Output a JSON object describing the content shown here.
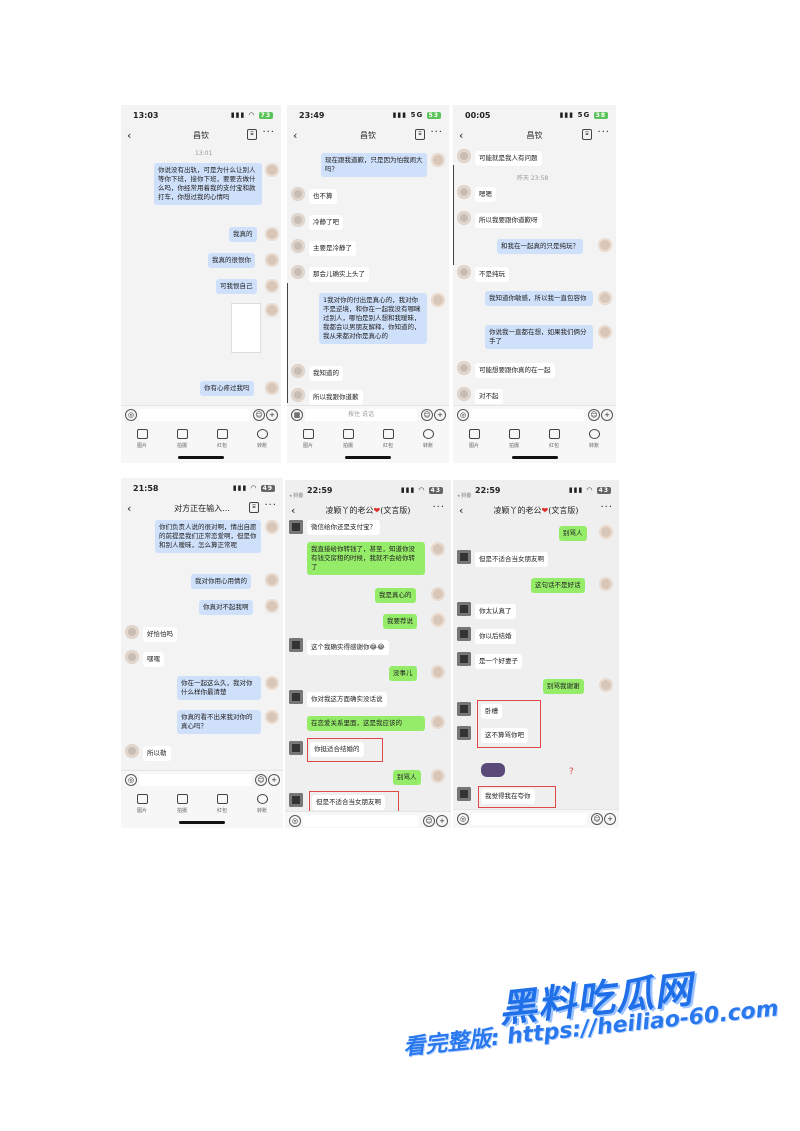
{
  "screens": [
    {
      "time": "13:03",
      "battery": "73",
      "title": "昌钦",
      "date_stamp": "13:01",
      "messages": [
        "你说没有出轨，可是为什么让别人等你下班，接你下班，要要去做什么吗，你经常用着我的支付宝和款打车，你想过我的心情吗",
        "我真的",
        "我真的很恨你",
        "可我恨自己",
        "你有心疼过我吗"
      ],
      "tools": [
        "图片",
        "拍摄",
        "红包",
        "转账"
      ]
    },
    {
      "time": "23:49",
      "network": "5G",
      "battery": "53",
      "title": "昌钦",
      "messages": [
        "现在跟我道歉，只是因为怕我闹大吗？",
        "也不算",
        "冷静了吧",
        "主要是冷静了",
        "那会儿确实上头了",
        "1我对你的付出是真心的，我对你不是逆境，和你在一起我没有哪眯过别人，哪怕是别人想和我暧昧，我都会以男朋友解释，你知道的，我从来都对你是真心的",
        "我知道的",
        "所以我跟你道歉"
      ],
      "input_hint": "按住 说话",
      "tools": [
        "图片",
        "拍摄",
        "红包",
        "转账"
      ]
    },
    {
      "time": "00:05",
      "network": "5G",
      "battery": "38",
      "title": "昌钦",
      "date_stamp": "昨天 23:58",
      "messages": [
        "可能就是我人有问题",
        "嗯嗯",
        "所以我要跟你道歉呀",
        "和我在一起真的只是纯玩？",
        "不是纯玩",
        "我知道你敏感，所以我一直包容你",
        "你说我一直都在想，如果我们俩分手了",
        "可能想要跟你真的在一起",
        "对不起"
      ],
      "tools": [
        "图片",
        "拍摄",
        "红包",
        "转账"
      ]
    },
    {
      "time": "21:58",
      "battery": "49",
      "title": "对方正在输入...",
      "messages": [
        "你们负责人说的很对啊，情出自愿的前提是我们正常恋爱啊，但是你和别人暧昧，怎么算正常呢",
        "我对你用心用情的",
        "你真对不起我啊",
        "好恰怕吗",
        "嘿嘿",
        "你在一起这么久，我对你什么样你最清楚",
        "你真的看不出来我对你的真心吗？",
        "所以勒"
      ],
      "tools": [
        "图片",
        "拍摄",
        "红包",
        "转账"
      ]
    },
    {
      "time": "22:59",
      "back_label": "◂ 抖音",
      "battery": "43",
      "title": "凌颖丫的老公",
      "title_suffix": "(文言版)",
      "messages": [
        "微信给你还是支付宝？",
        "我直接给你转钱了，甚至，知道你没有钱交房租的时候，我就不会给你转了",
        "我是真心的",
        "我要荐说",
        "这个我确实得感谢你😂😂",
        "没事儿",
        "你对我这方面确实没话说",
        "在恋爱关系里面，这是我应该的",
        "你挺适合结婚的",
        "别骂人",
        "但是不适合当女朋友啊"
      ]
    },
    {
      "time": "22:59",
      "back_label": "◂ 抖音",
      "battery": "43",
      "title": "凌颖丫的老公",
      "title_suffix": "(文言版)",
      "messages": [
        "别骂人",
        "但是不适合当女朋友啊",
        "这句话不是好话",
        "你太认真了",
        "你以后结婚",
        "是一个好妻子",
        "别骂我谢谢",
        "卧槽",
        "这不算骂你吧",
        "?",
        "我觉得我在夸你"
      ]
    }
  ],
  "watermark": {
    "brand": "黑料吃瓜网",
    "url_text": "看完整版: https://heiliao-60.com"
  },
  "colors": {
    "me_bubble": "#cfe0fb",
    "green_bubble": "#95ec69",
    "highlight_box": "#e04848",
    "watermark": "#1e6fe8"
  }
}
